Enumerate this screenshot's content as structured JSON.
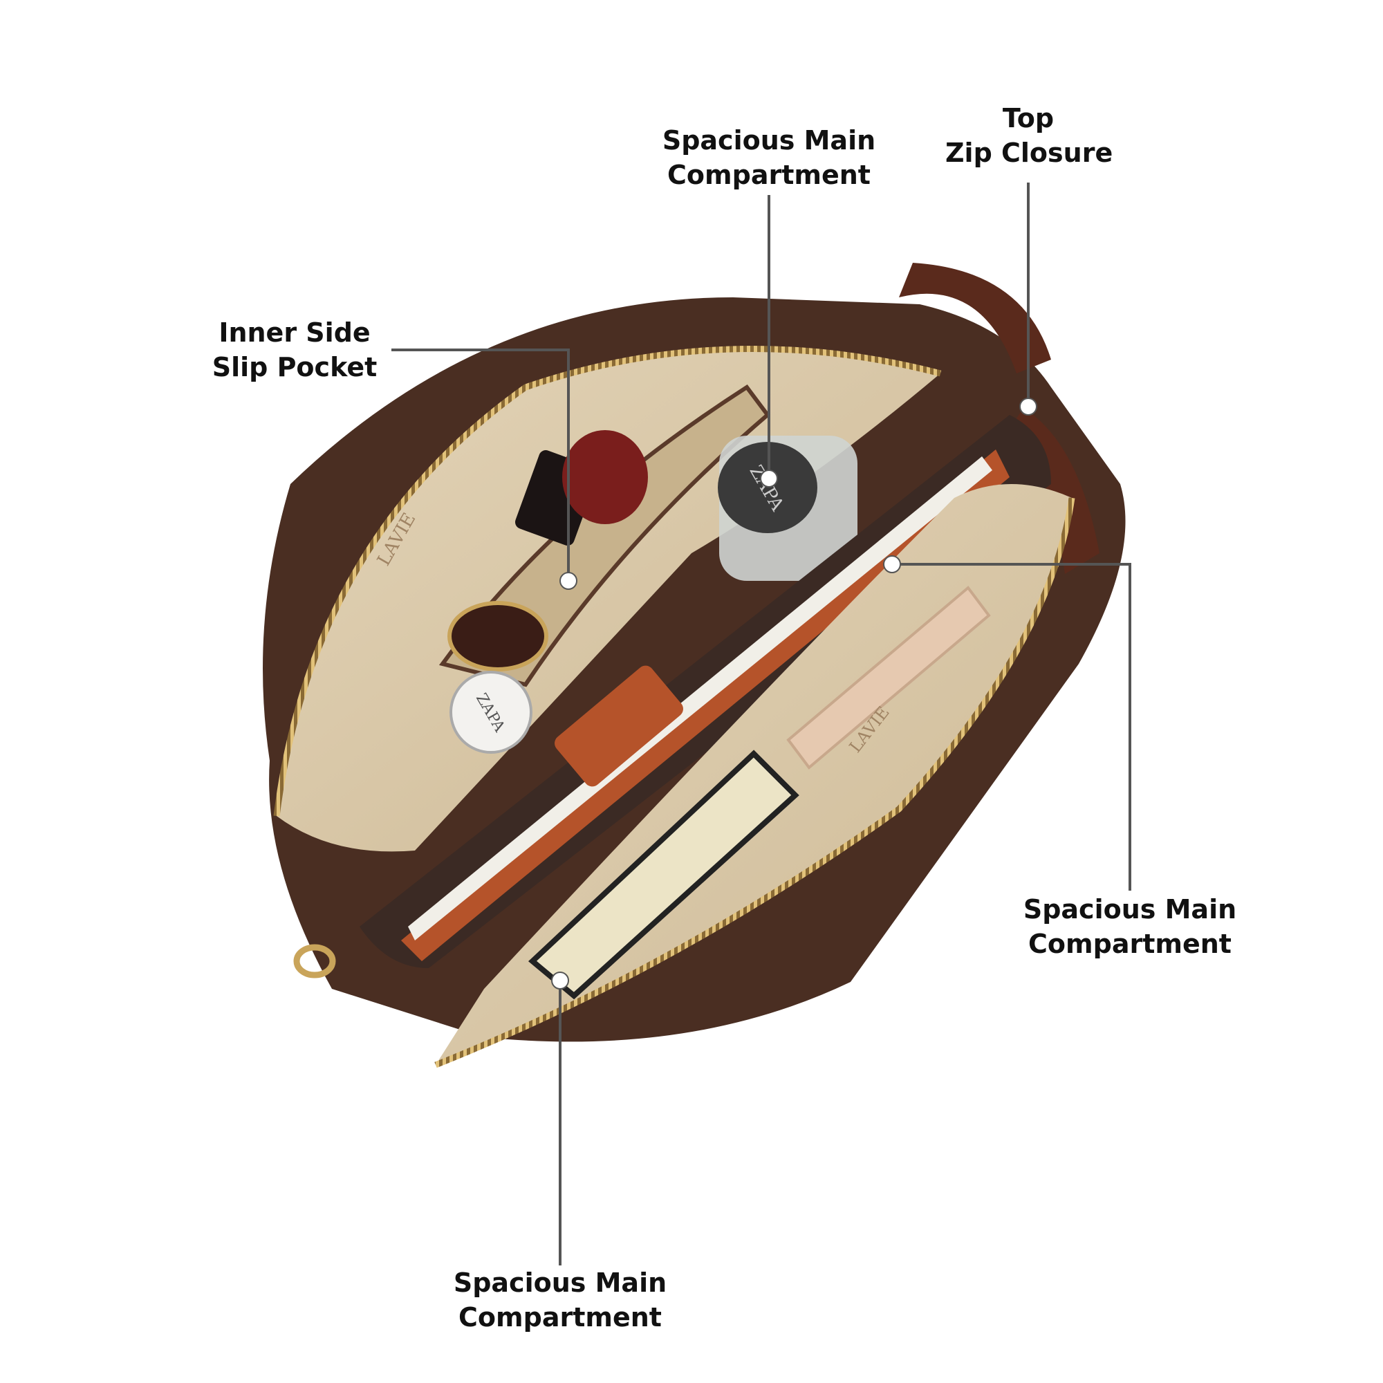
{
  "callouts": [
    {
      "id": "top-zip-closure",
      "lines": [
        "Top",
        "Zip Closure"
      ]
    },
    {
      "id": "spacious-main-top",
      "lines": [
        "Spacious Main",
        "Compartment"
      ]
    },
    {
      "id": "inner-side-slip-pocket",
      "lines": [
        "Inner Side",
        "Slip Pocket"
      ]
    },
    {
      "id": "spacious-main-right",
      "lines": [
        "Spacious Main",
        "Compartment"
      ]
    },
    {
      "id": "spacious-main-bottom",
      "lines": [
        "Spacious Main",
        "Compartment"
      ]
    }
  ],
  "brand_marks": {
    "bag_lining": "LAVIE",
    "perfume": "ZAPA"
  },
  "colors": {
    "leader_line": "#555555",
    "dot": "#ffffff",
    "lining": "#d9c8a9",
    "outer": "#4a2e22",
    "zipper": "#c9a45a",
    "notebook": "#b5532a",
    "pages": "#f1efe8"
  }
}
